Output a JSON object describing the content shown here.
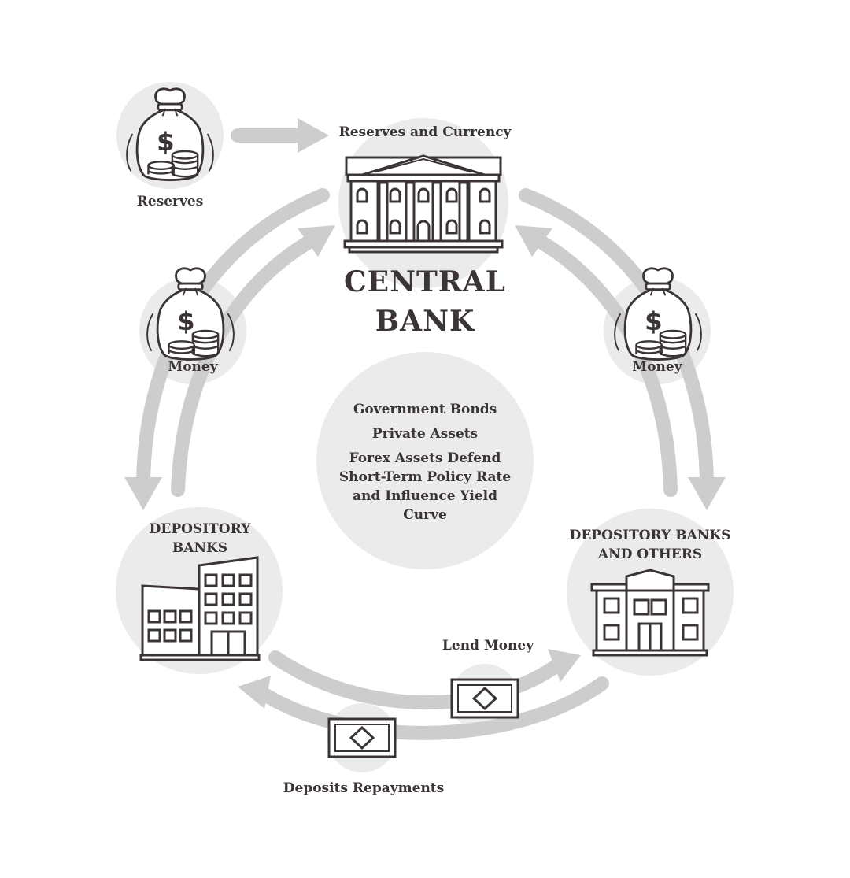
{
  "diagram": {
    "title": {
      "line1": "CENTRAL",
      "line2": "BANK"
    },
    "nodes": {
      "reserves_and_currency": "Reserves and Currency",
      "reserves": "Reserves",
      "money_left": "Money",
      "money_right": "Money",
      "depository_banks": {
        "line1": "DEPOSITORY",
        "line2": "BANKS"
      },
      "depository_banks_others": {
        "line1": "DEPOSITORY BANKS",
        "line2": "AND OTHERS"
      },
      "lend_money": "Lend Money",
      "deposits_repayments": "Deposits Repayments"
    },
    "center": {
      "item1": "Government Bonds",
      "item2": "Private Assets",
      "item3_line1": "Forex Assets Defend",
      "item3_line2": "Short-Term Policy Rate",
      "item3_line3": "and Influence Yield",
      "item3_line4": "Curve"
    },
    "icons": [
      "money-bag-icon",
      "central-bank-building-icon",
      "office-building-icon",
      "bank-branch-icon",
      "banknote-icon"
    ],
    "colors": {
      "arrow": "#cdcdcd",
      "circle": "#ebebeb",
      "ink": "#3b3434"
    }
  }
}
